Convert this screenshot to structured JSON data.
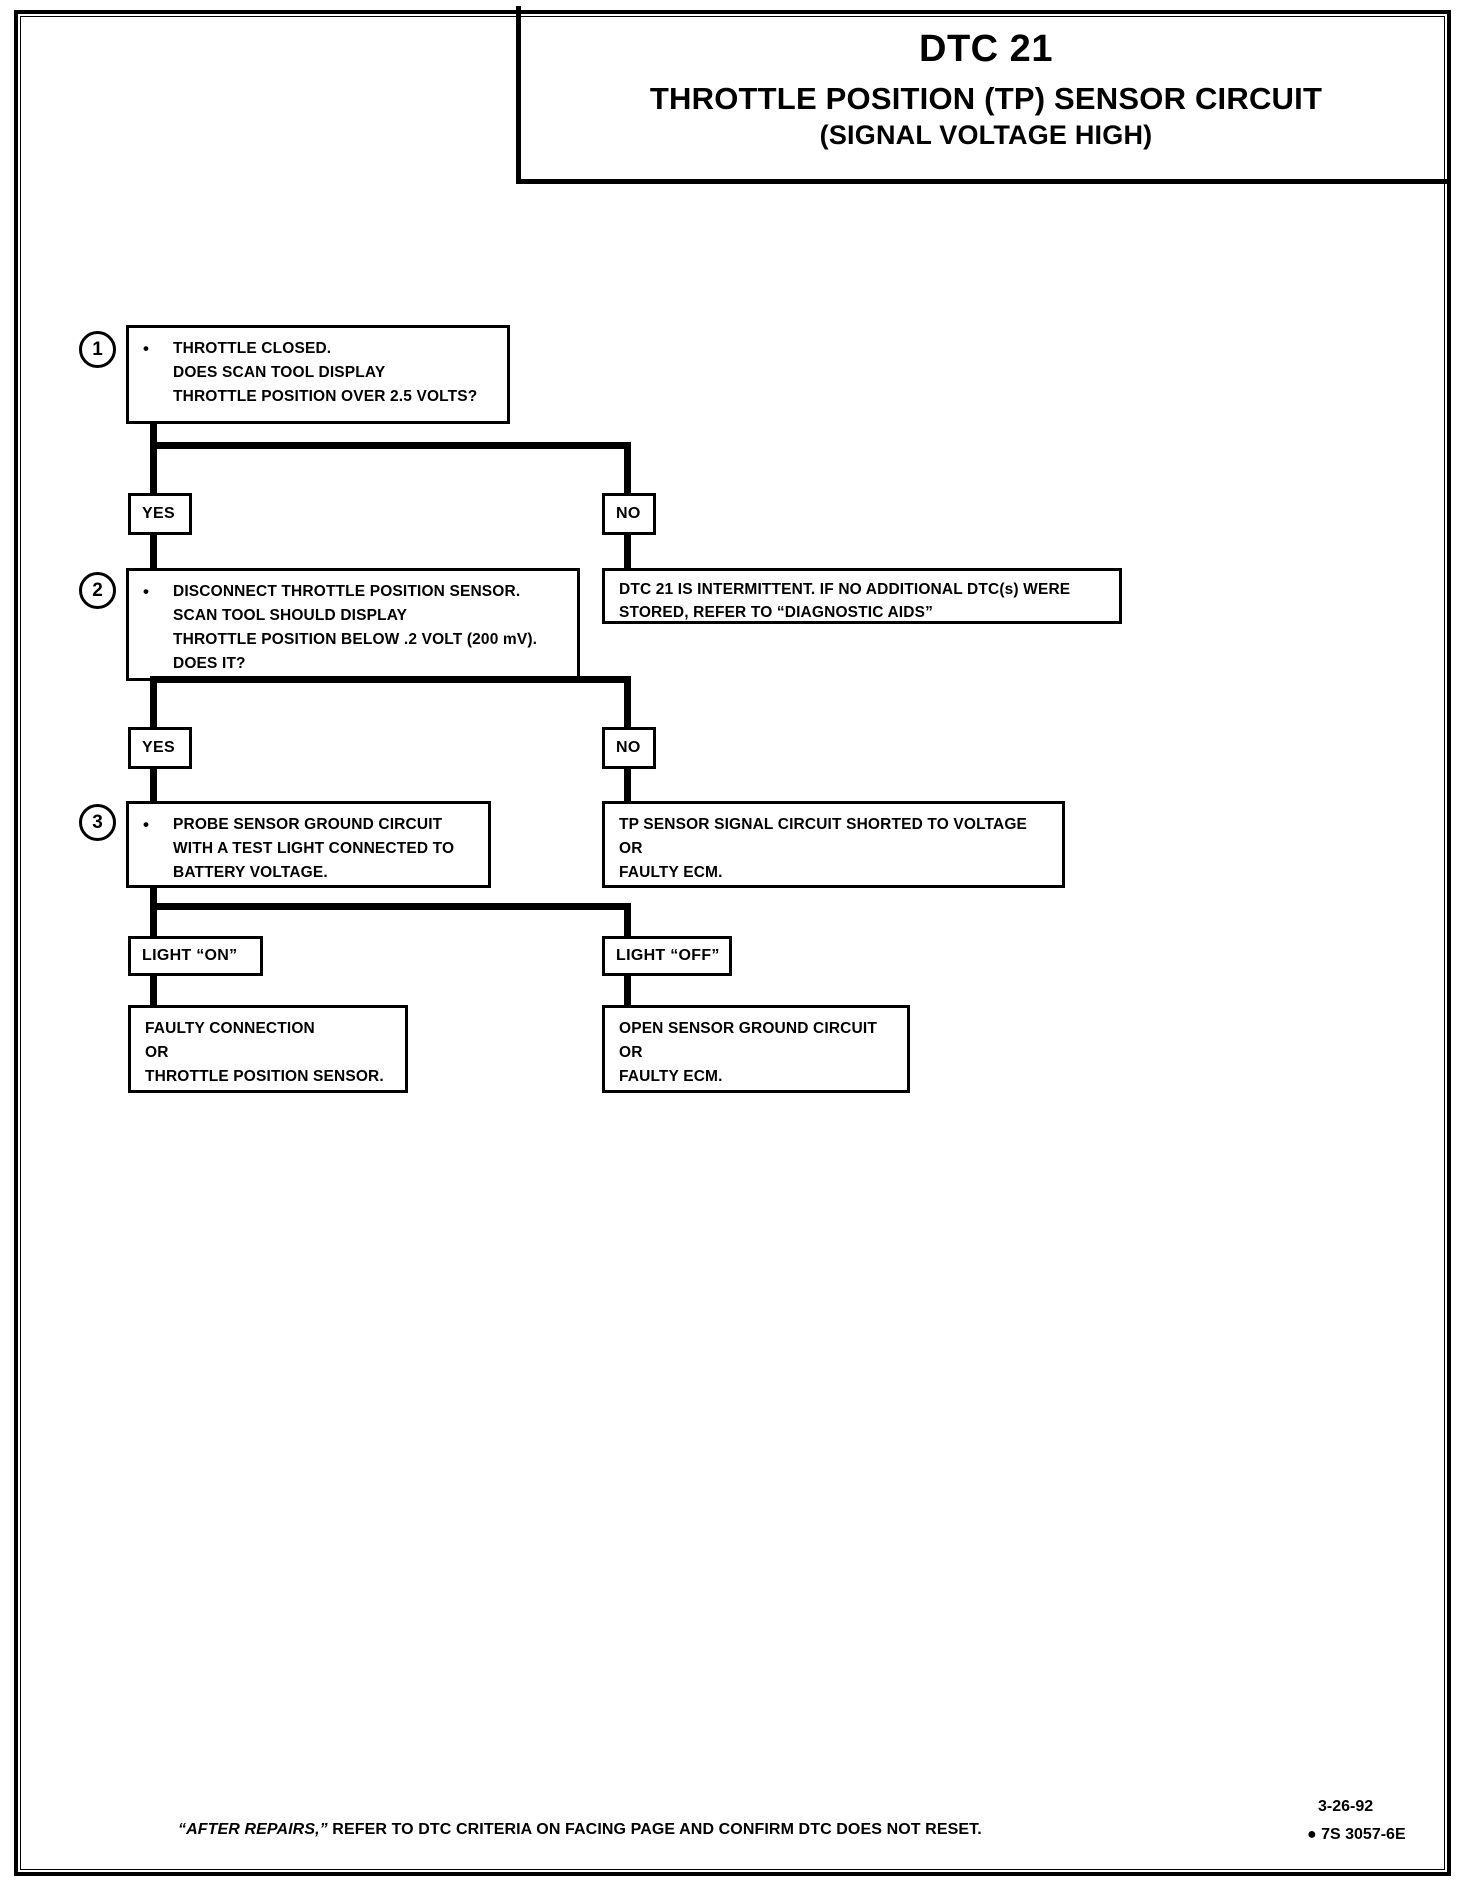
{
  "title": {
    "dtc": "DTC 21",
    "main": "THROTTLE POSITION (TP) SENSOR CIRCUIT",
    "sub": "(SIGNAL VOLTAGE HIGH)"
  },
  "steps": [
    {
      "number": "1",
      "bullet": "•",
      "lines": [
        "THROTTLE CLOSED.",
        "DOES  SCAN TOOL DISPLAY",
        "THROTTLE POSITION OVER 2.5 VOLTS?"
      ]
    },
    {
      "number": "2",
      "bullet": "•",
      "lines": [
        "DISCONNECT THROTTLE POSITION SENSOR.",
        "SCAN TOOL SHOULD DISPLAY",
        "THROTTLE POSITION BELOW .2 VOLT (200 mV).",
        "DOES IT?"
      ]
    },
    {
      "number": "3",
      "bullet": "•",
      "lines": [
        "PROBE SENSOR GROUND CIRCUIT",
        "WITH A TEST LIGHT CONNECTED TO",
        "BATTERY VOLTAGE."
      ]
    }
  ],
  "tags": {
    "yes1": "YES",
    "no1": "NO",
    "yes2": "YES",
    "no2": "NO",
    "light_on": "LIGHT “ON”",
    "light_off": "LIGHT “OFF”"
  },
  "results": {
    "intermittent": [
      "DTC 21 IS INTERMITTENT.  IF NO ADDITIONAL DTC(s) WERE",
      "STORED, REFER TO “DIAGNOSTIC AIDS”"
    ],
    "shorted": [
      "TP SENSOR SIGNAL CIRCUIT SHORTED TO VOLTAGE",
      "OR",
      "FAULTY ECM."
    ],
    "faulty_connection": [
      "FAULTY CONNECTION",
      "OR",
      "THROTTLE POSITION SENSOR."
    ],
    "open_ground": [
      "OPEN SENSOR GROUND CIRCUIT",
      "OR",
      "FAULTY ECM."
    ]
  },
  "footer": {
    "note_italic": "“AFTER REPAIRS,”",
    "note_rest": " REFER TO DTC CRITERIA ON FACING PAGE AND CONFIRM DTC DOES NOT RESET.",
    "date": "3-26-92",
    "code": "● 7S 3057-6E"
  },
  "colors": {
    "ink": "#000000",
    "paper": "#ffffff"
  },
  "chart_data": {
    "type": "flowchart",
    "title": "DTC 21 THROTTLE POSITION (TP) SENSOR CIRCUIT (SIGNAL VOLTAGE HIGH)",
    "nodes": [
      {
        "id": "1",
        "kind": "decision",
        "text": "THROTTLE CLOSED. DOES SCAN TOOL DISPLAY THROTTLE POSITION OVER 2.5 VOLTS?"
      },
      {
        "id": "2",
        "kind": "decision",
        "text": "DISCONNECT THROTTLE POSITION SENSOR. SCAN TOOL SHOULD DISPLAY THROTTLE POSITION BELOW .2 VOLT (200 mV). DOES IT?"
      },
      {
        "id": "3",
        "kind": "decision",
        "text": "PROBE SENSOR GROUND CIRCUIT WITH A TEST LIGHT CONNECTED TO BATTERY VOLTAGE."
      },
      {
        "id": "R1",
        "kind": "terminal",
        "text": "DTC 21 IS INTERMITTENT. IF NO ADDITIONAL DTC(s) WERE STORED, REFER TO “DIAGNOSTIC AIDS”"
      },
      {
        "id": "R2",
        "kind": "terminal",
        "text": "TP SENSOR SIGNAL CIRCUIT SHORTED TO VOLTAGE OR FAULTY ECM."
      },
      {
        "id": "R3",
        "kind": "terminal",
        "text": "FAULTY CONNECTION OR THROTTLE POSITION SENSOR."
      },
      {
        "id": "R4",
        "kind": "terminal",
        "text": "OPEN SENSOR GROUND CIRCUIT OR FAULTY ECM."
      }
    ],
    "edges": [
      {
        "from": "1",
        "to": "2",
        "label": "YES"
      },
      {
        "from": "1",
        "to": "R1",
        "label": "NO"
      },
      {
        "from": "2",
        "to": "3",
        "label": "YES"
      },
      {
        "from": "2",
        "to": "R2",
        "label": "NO"
      },
      {
        "from": "3",
        "to": "R3",
        "label": "LIGHT “ON”"
      },
      {
        "from": "3",
        "to": "R4",
        "label": "LIGHT “OFF”"
      }
    ]
  }
}
